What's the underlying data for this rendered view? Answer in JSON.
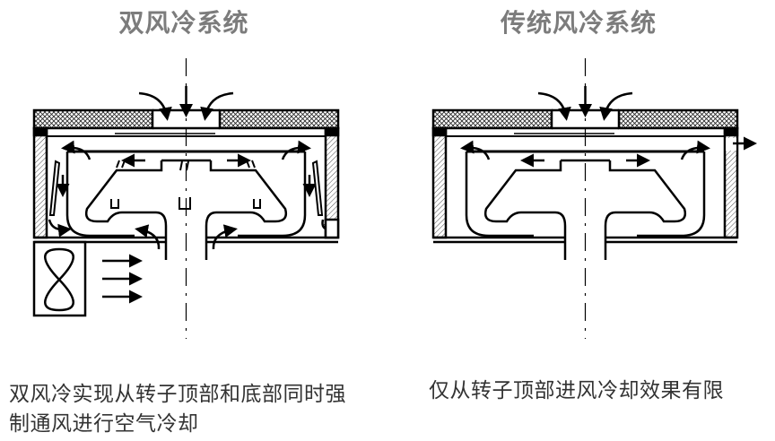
{
  "left_panel": {
    "title": "双风冷系统",
    "caption_line1": "双风冷实现从转子顶部和底部同时强",
    "caption_line2": "制通风进行空气冷却"
  },
  "right_panel": {
    "title": "传统风冷系统",
    "caption": "仅从转子顶部进风冷却效果有限"
  }
}
